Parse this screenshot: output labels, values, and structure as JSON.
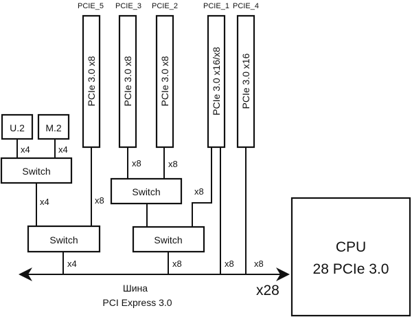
{
  "diagram": {
    "slots": [
      {
        "id": "PCIE_5",
        "label": "PCIE_5",
        "spec": "PCIe 3.0 x8"
      },
      {
        "id": "PCIE_3",
        "label": "PCIE_3",
        "spec": "PCIe 3.0 x8"
      },
      {
        "id": "PCIE_2",
        "label": "PCIE_2",
        "spec": "PCIe 3.0 x8"
      },
      {
        "id": "PCIE_1",
        "label": "PCIE_1",
        "spec": "PCIe 3.0 x16/x8"
      },
      {
        "id": "PCIE_4",
        "label": "PCIE_4",
        "spec": "PCIe 3.0 x16"
      }
    ],
    "devices": {
      "u2": "U.2",
      "m2": "M.2"
    },
    "switch_label": "Switch",
    "links": {
      "u2_to_switch": "x4",
      "m2_to_switch": "x4",
      "switch_to_switch": "x4",
      "pcie5_to_switch": "x8",
      "pcie3_to_switch": "x8",
      "pcie2_to_switch": "x8",
      "pcie1_to_switch": "x8",
      "left_switch_to_bus": "x4",
      "mid_switch_to_bus": "x8",
      "pcie1_to_bus": "x8",
      "pcie4_to_bus": "x8"
    },
    "bus": {
      "line1": "Шина",
      "line2": "PCI Express 3.0",
      "total": "x28"
    },
    "cpu": {
      "line1": "CPU",
      "line2": "28 PCIe 3.0"
    }
  }
}
